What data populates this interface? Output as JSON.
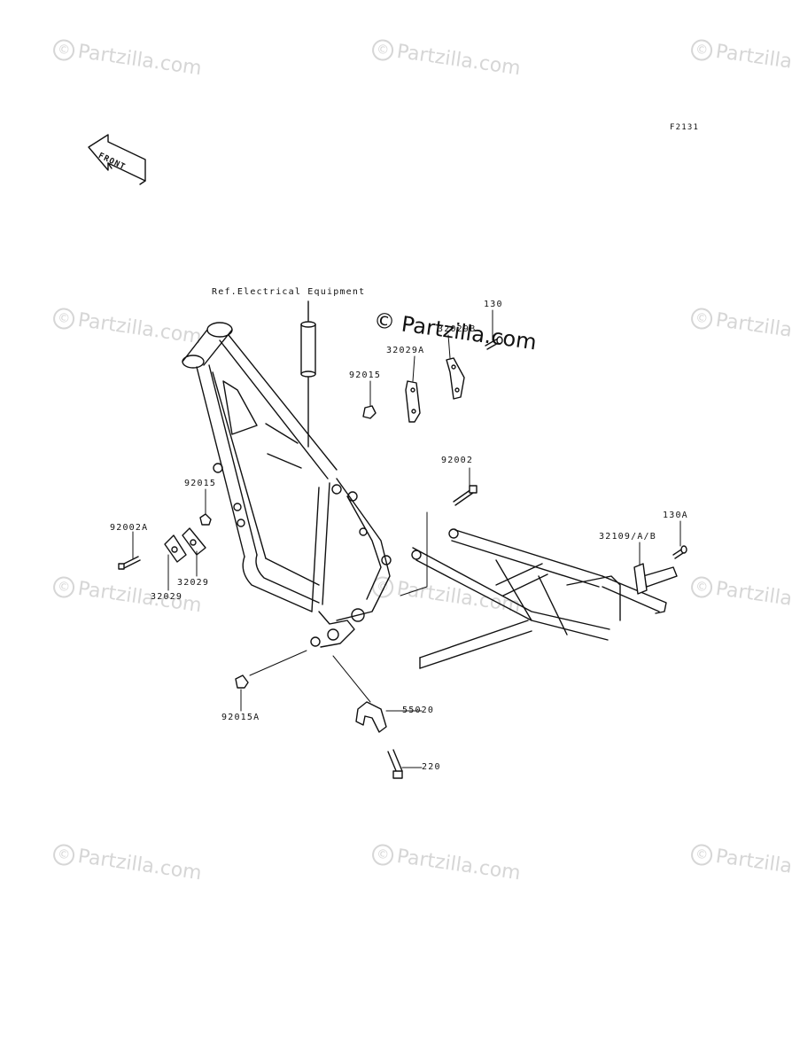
{
  "diagram": {
    "code": "F2131",
    "front_label": "FRONT",
    "ref_label": "Ref.Electrical Equipment",
    "parts": {
      "p130": "130",
      "p32029B": "32029B",
      "p32029A": "32029A",
      "p92015": "92015",
      "p92002": "92002",
      "p92015b": "92015",
      "p130A": "130A",
      "p32109": "32109/A/B",
      "p92002A": "92002A",
      "p32029a": "32029",
      "p32029b": "32029",
      "p92015A": "92015A",
      "p55020": "55020",
      "p220": "220"
    }
  },
  "watermark": {
    "text": "Partzilla.com",
    "main_text": "© Partzilla.com",
    "copyright_symbol": "©"
  }
}
